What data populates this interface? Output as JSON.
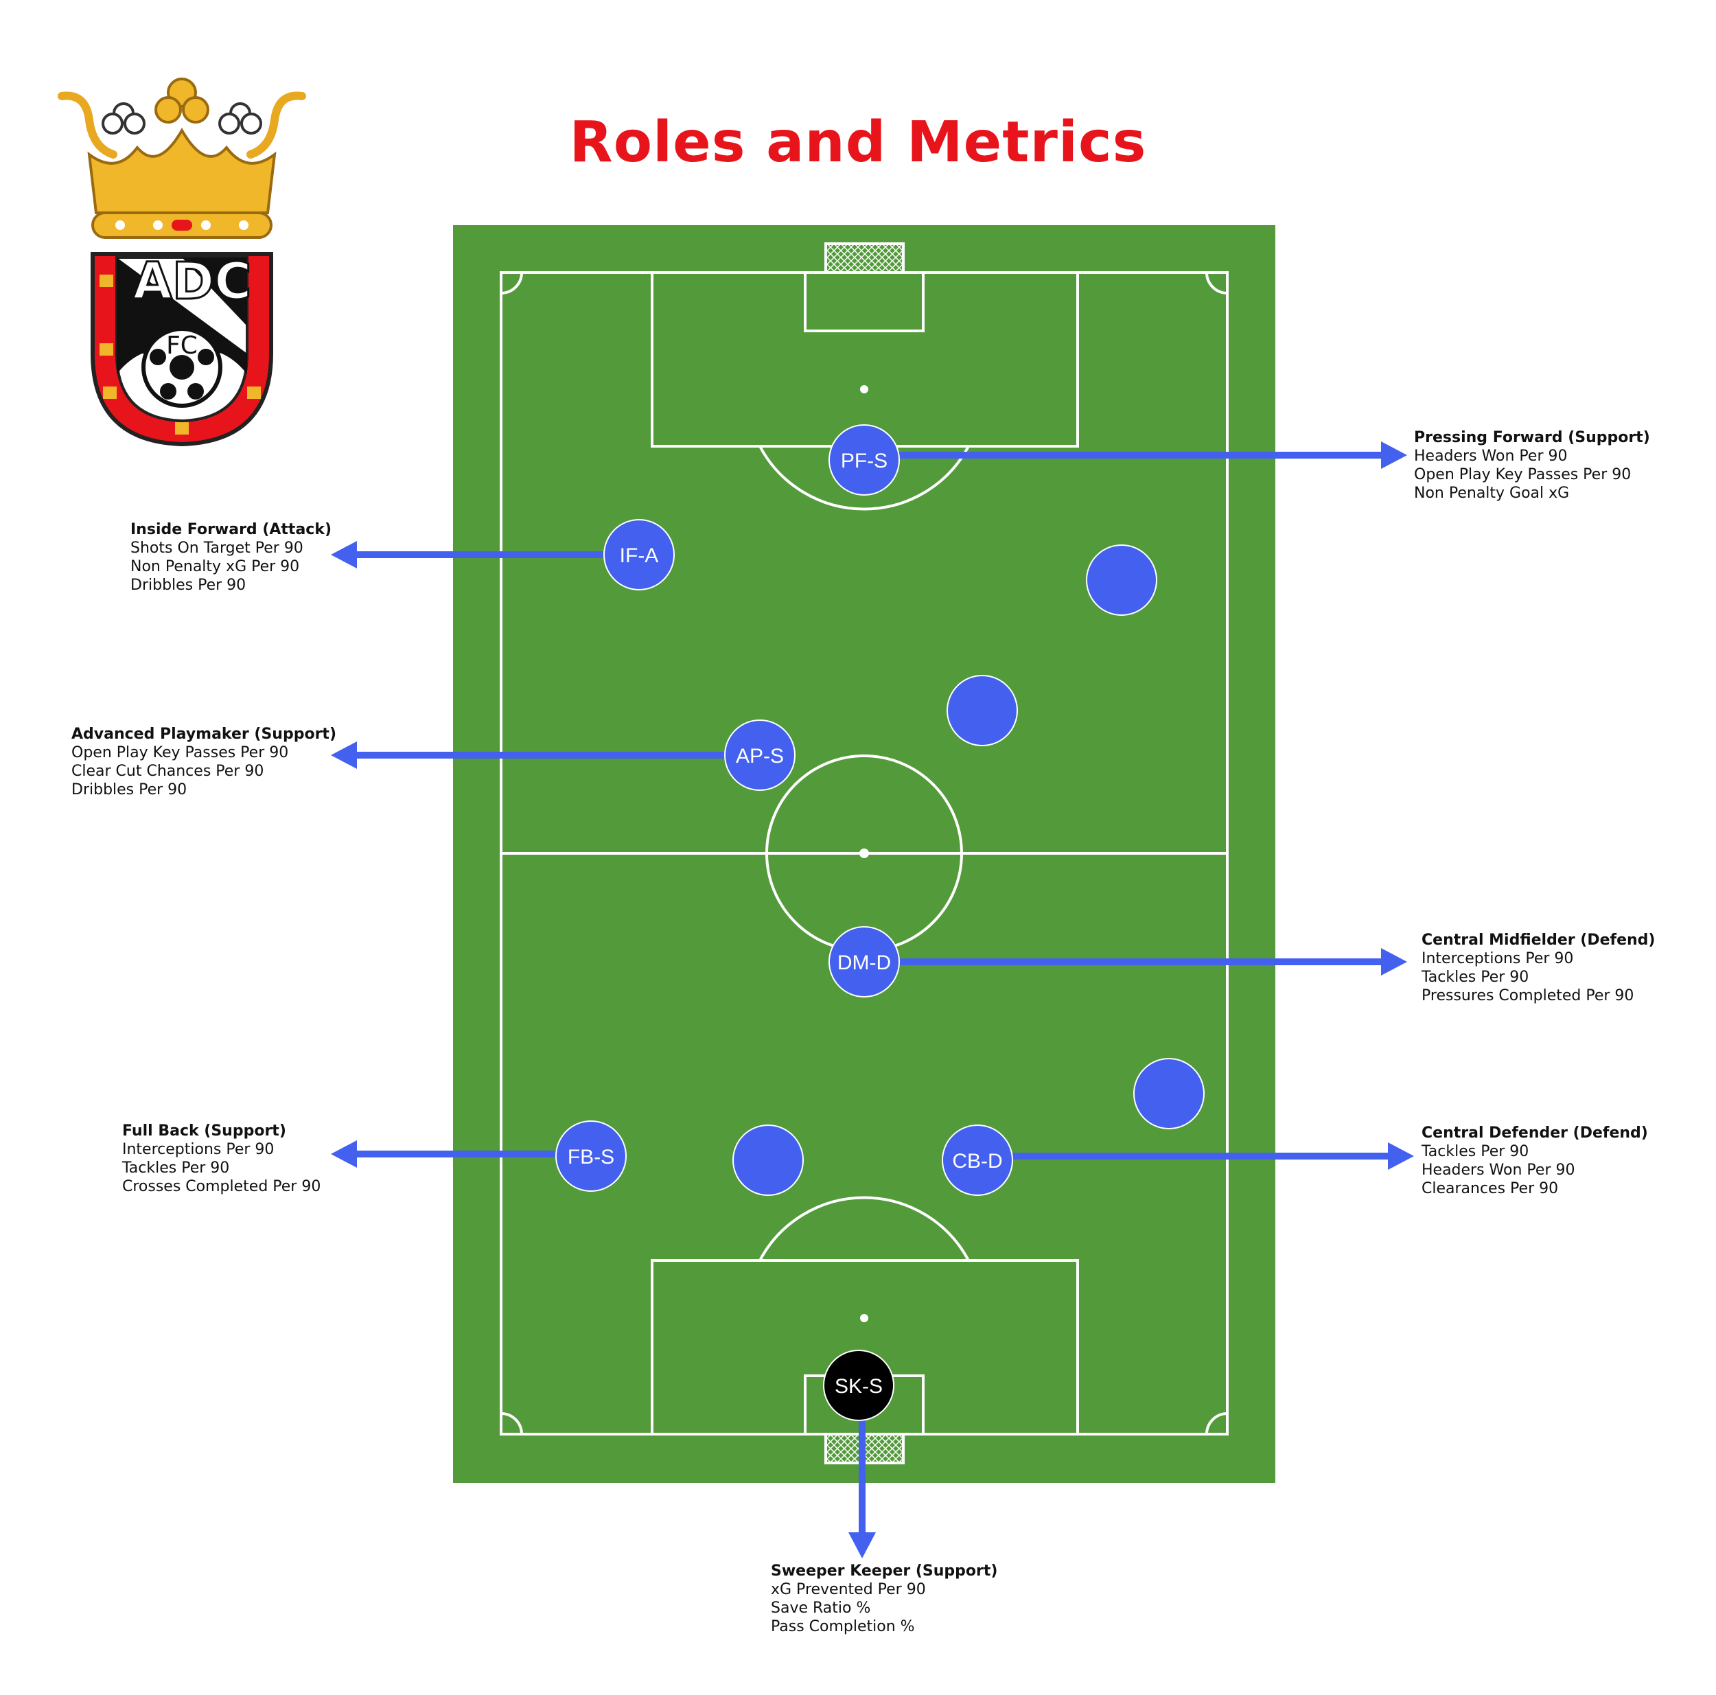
{
  "title": "Roles and Metrics",
  "crest": {
    "letters": "ADC",
    "sub_letters": "FC"
  },
  "colors": {
    "pitch": "#529a3a",
    "title": "#e8141b",
    "player": "#4361ee",
    "keeper": "#000000",
    "arrow": "#4361ee"
  },
  "players": [
    {
      "label": "PF-S"
    },
    {
      "label": "IF-A"
    },
    {
      "label": ""
    },
    {
      "label": ""
    },
    {
      "label": "AP-S"
    },
    {
      "label": "DM-D"
    },
    {
      "label": ""
    },
    {
      "label": "FB-S"
    },
    {
      "label": ""
    },
    {
      "label": "CB-D"
    },
    {
      "label": "SK-S"
    }
  ],
  "roles": [
    {
      "title": "Pressing Forward (Support)",
      "metrics": [
        "Headers Won Per 90",
        "Open Play Key Passes Per 90",
        "Non Penalty Goal xG"
      ]
    },
    {
      "title": "Inside Forward (Attack)",
      "metrics": [
        "Shots On Target Per 90",
        "Non Penalty xG Per 90",
        "Dribbles Per 90"
      ]
    },
    {
      "title": "Advanced Playmaker (Support)",
      "metrics": [
        "Open Play Key Passes Per 90",
        "Clear Cut Chances Per 90",
        "Dribbles Per 90"
      ]
    },
    {
      "title": "Central Midfielder (Defend)",
      "metrics": [
        "Interceptions Per 90",
        "Tackles Per 90",
        "Pressures Completed Per 90"
      ]
    },
    {
      "title": "Full Back (Support)",
      "metrics": [
        "Interceptions Per 90",
        "Tackles Per 90",
        "Crosses Completed Per 90"
      ]
    },
    {
      "title": "Central Defender (Defend)",
      "metrics": [
        "Tackles Per 90",
        "Headers Won Per 90",
        "Clearances Per 90"
      ]
    },
    {
      "title": "Sweeper Keeper (Support)",
      "metrics": [
        "xG Prevented Per 90",
        "Save Ratio %",
        "Pass Completion %"
      ]
    }
  ]
}
